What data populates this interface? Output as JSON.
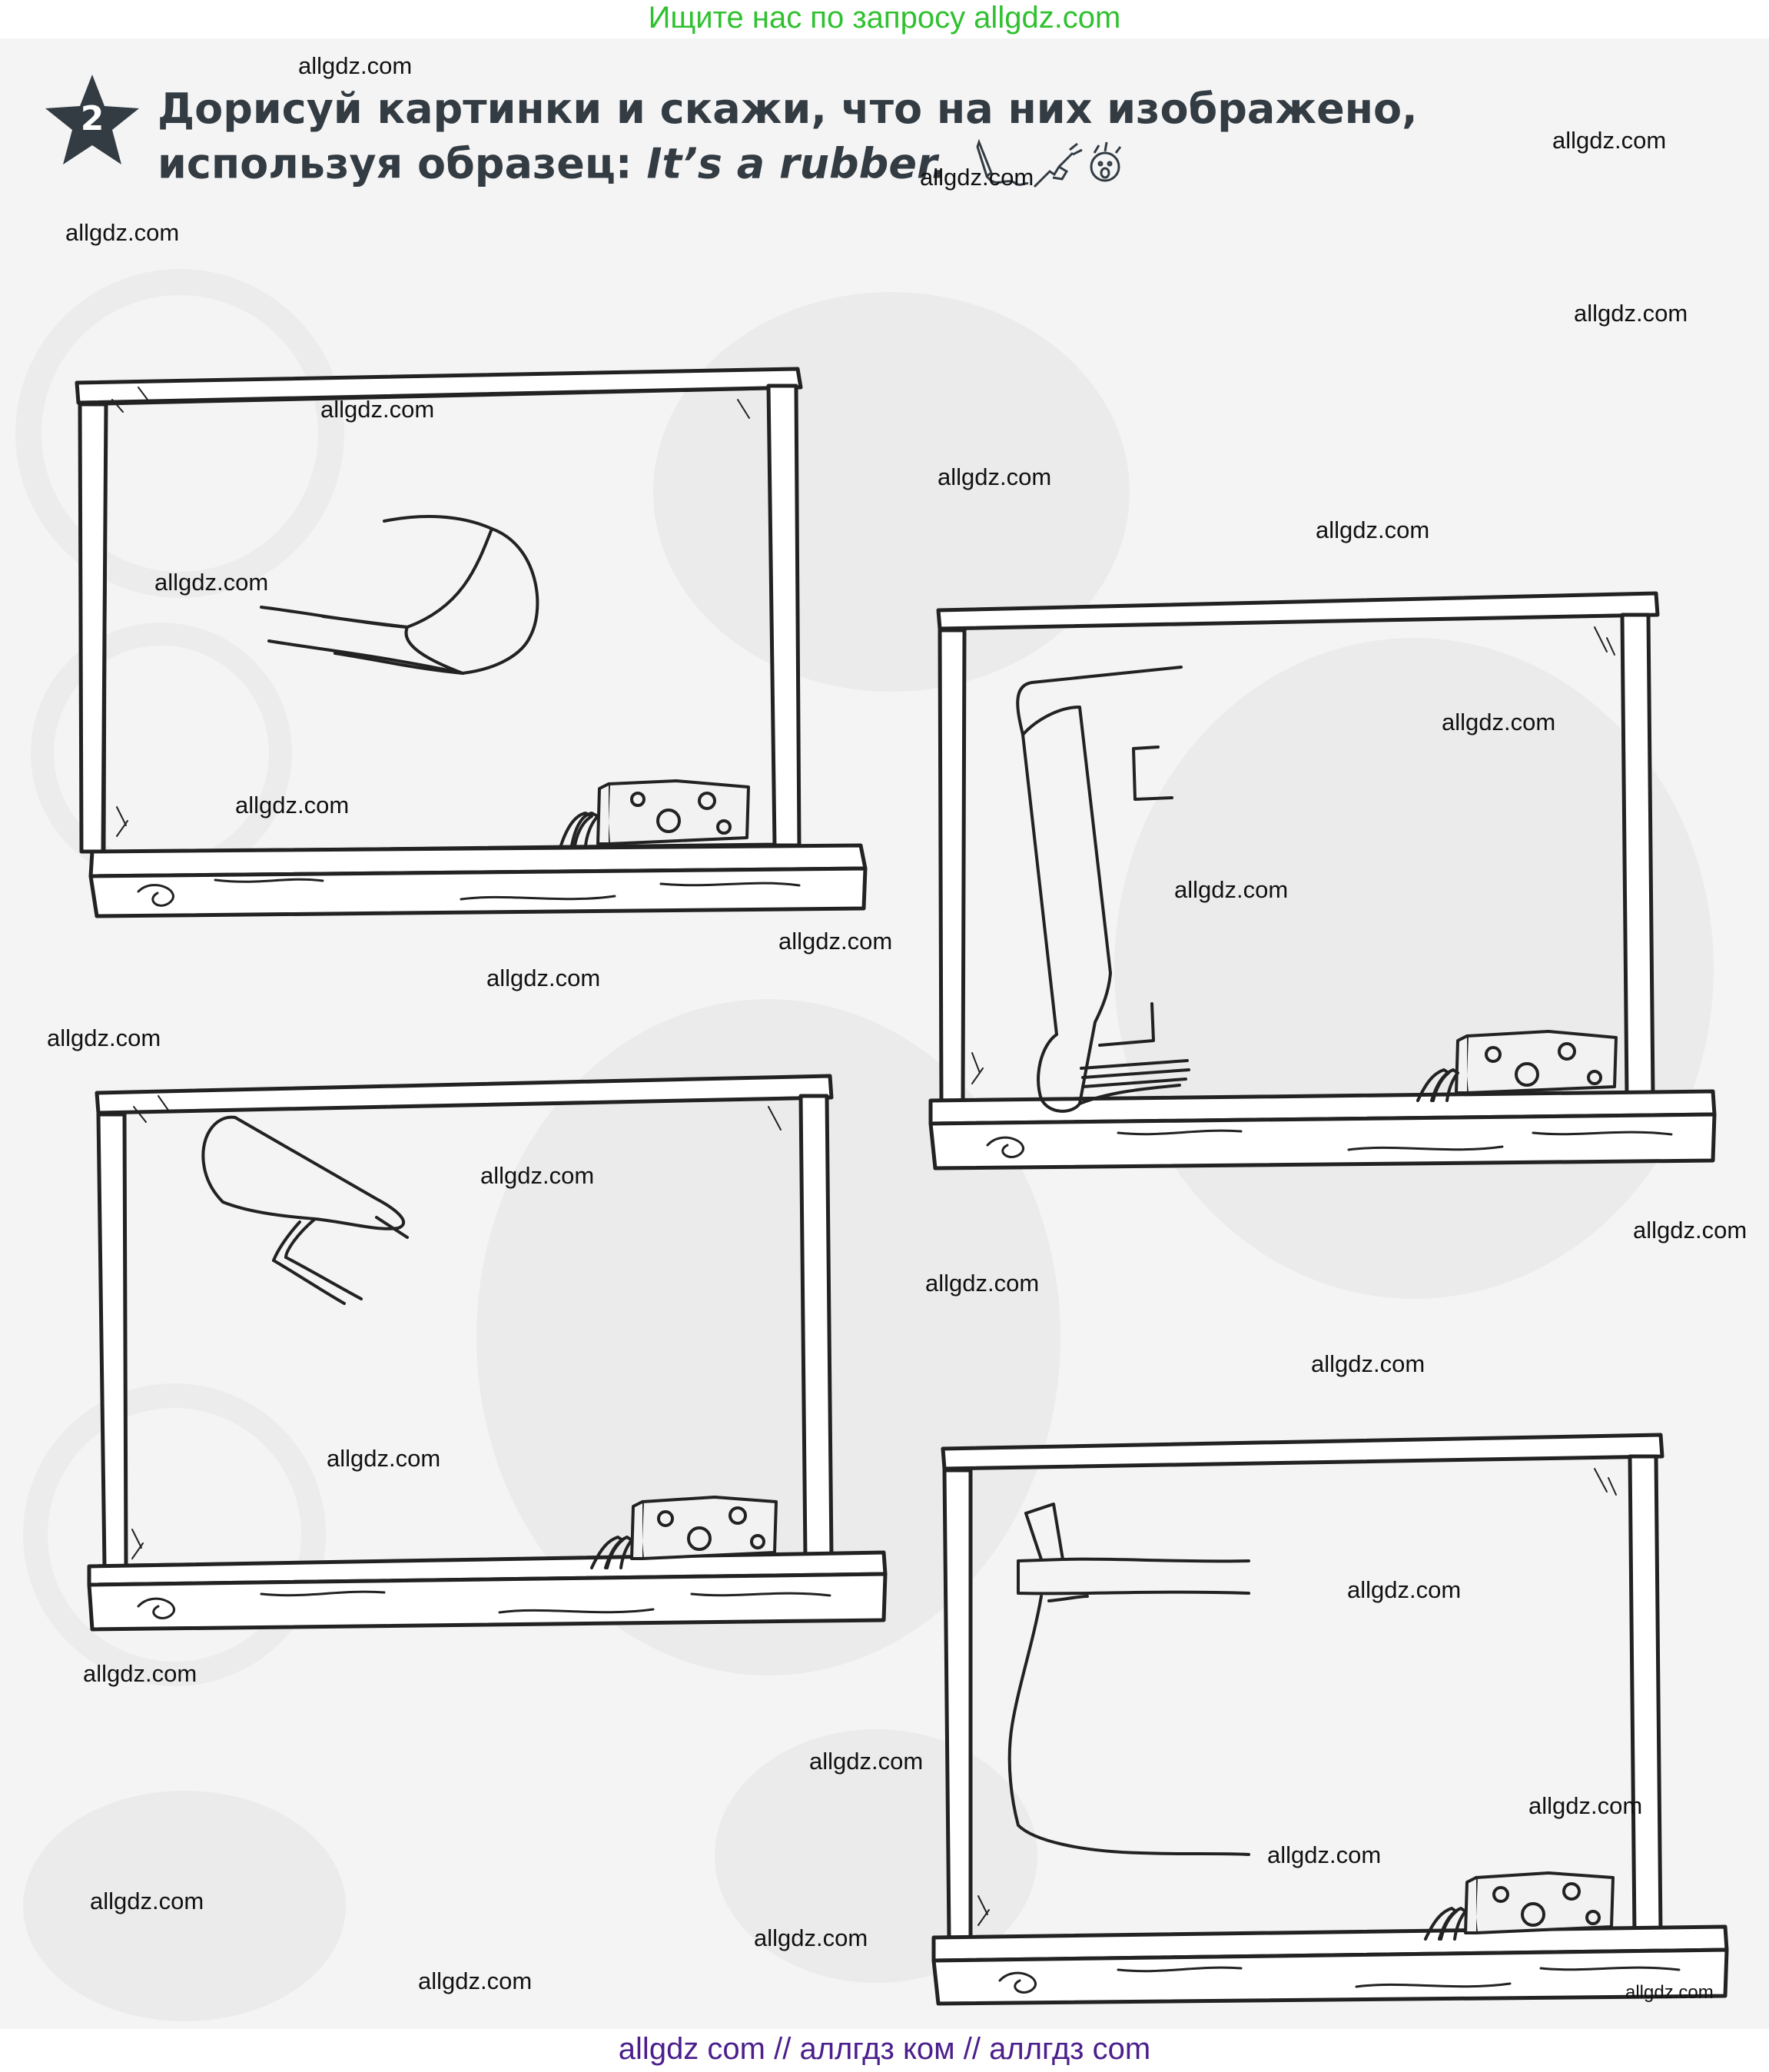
{
  "site": {
    "top_banner": "Ищите нас по запросу allgdz.com",
    "bottom_banner": "allgdz com  //  аллгдз ком  //  аллгдз com"
  },
  "exercise": {
    "number": "2",
    "instruction": "Дорисуй картинки и скажи, что на них изображено, используя образец:",
    "example": "It’s a rubber.",
    "icons": [
      "pen-writing-icon",
      "pointing-hand-icon",
      "speaking-face-icon"
    ]
  },
  "boards": [
    {
      "sketch": "pencil-sketch",
      "sponge": "sponge-icon",
      "chalk": "chalk-sticks-icon"
    },
    {
      "sketch": "book-sketch",
      "sponge": "sponge-icon",
      "chalk": "chalk-sticks-icon"
    },
    {
      "sketch": "pen-sketch",
      "sponge": "sponge-icon",
      "chalk": "chalk-sticks-icon"
    },
    {
      "sketch": "bag-sketch",
      "sponge": "sponge-icon",
      "chalk": "chalk-sticks-icon"
    }
  ],
  "watermark": "allgdz.com",
  "colors": {
    "banner_top": "#2fc12f",
    "banner_bottom": "#4b1f8c",
    "heading": "#333b43",
    "line_art": "#222222",
    "sponge": "#f2f2f2"
  }
}
